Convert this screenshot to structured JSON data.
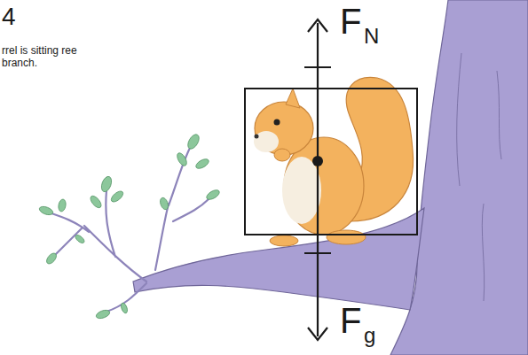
{
  "diagram": {
    "labels": [
      "4",
      "rrel is sitting ree branch.",
      "F",
      "N",
      "F",
      "g"
    ]
  }
}
